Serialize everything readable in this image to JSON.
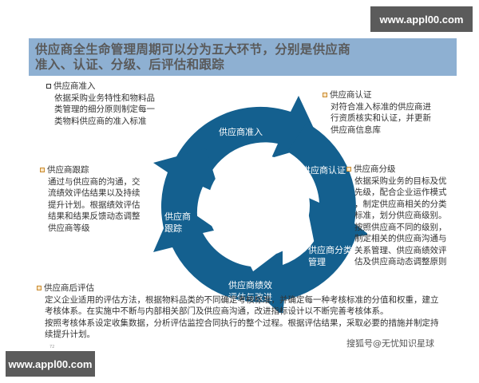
{
  "watermarks": {
    "top": "www.appl00.com",
    "bottom": "www.appl00.com"
  },
  "title": {
    "line1": "供应商全生命管理周期可以分为五大环节，分别是供应商",
    "line2": "准入、认证、分级、后评估和跟踪"
  },
  "diagram": {
    "color": "#14608f",
    "segments": [
      {
        "id": "entry",
        "label_lines": [
          "供应商准入"
        ]
      },
      {
        "id": "certification",
        "label_lines": [
          "供应商认证"
        ]
      },
      {
        "id": "grading",
        "label_lines": [
          "供应商分类",
          "管理"
        ]
      },
      {
        "id": "evaluation",
        "label_lines": [
          "供应商绩效",
          "评估与改进"
        ]
      },
      {
        "id": "tracking",
        "label_lines": [
          "供应商",
          "跟踪"
        ]
      }
    ]
  },
  "blocks": {
    "entry": {
      "title": "供应商准入",
      "lines": [
        "依据采购业务特性和物料品",
        "类管理的细分原则制定每一",
        "类物料供应商的准入标准"
      ]
    },
    "certification": {
      "title": "供应商认证",
      "lines": [
        "对符合准入标准的供应商进",
        "行资质核实和认证，并更新",
        "供应商信息库"
      ]
    },
    "tracking": {
      "title": "供应商跟踪",
      "lines": [
        "通过与供应商的沟通，交",
        "流绩效评估结果以及持续",
        "提升计划。根据绩效评估",
        "结果和结果反馈动态调整",
        "供应商等级"
      ]
    },
    "grading": {
      "title": "供应商分级",
      "lines": [
        "依据采购业务的目标及优",
        "先级，配合企业运作模式",
        "，制定供应商相关的分类",
        "标准，划分供应商级别。",
        "按照供应商不同的级别，",
        "制定相关的供应商沟通与",
        "关系管理、供应商绩效评",
        "估及供应商动态调整原则"
      ]
    },
    "evaluation": {
      "title": "供应商后评估",
      "lines": [
        "定义企业适用的评估方法，根据物料品类的不同确定考核标准，并确定每一种考核标准的分值和权重，建立",
        "考核体系。在实施中不断与内部相关部门及供应商沟通，改进指标设计以不断完善考核体系。",
        "按照考核体系设定收集数据，分析评估监控合同执行的整个过程。根据评估结果，采取必要的措施并制定持",
        "续提升计划。"
      ]
    }
  },
  "footer": {
    "page_number": "72",
    "source": "搜狐号@无忧知识星球"
  }
}
